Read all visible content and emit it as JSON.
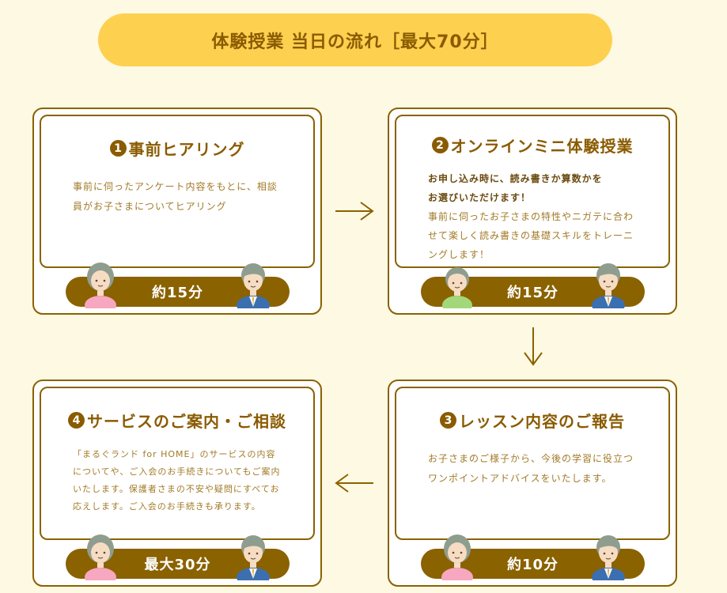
{
  "header": {
    "title": "体験授業 当日の流れ［最大70分］"
  },
  "steps": [
    {
      "number": "1",
      "title": "事前ヒアリング",
      "body": "事前に伺ったアンケート内容をもとに、相談員がお子さまについてヒアリング",
      "time": "約15分"
    },
    {
      "number": "2",
      "title": "オンラインミニ体験授業",
      "emphasis_line1": "お申し込み時に、読み書きか算数かを",
      "emphasis_line2": "お選びいただけます！",
      "body": "事前に伺ったお子さまの特性やニガテに合わせて楽しく読み書きの基礎スキルをトレーニングします！",
      "time": "約15分"
    },
    {
      "number": "3",
      "title": "レッスン内容のご報告",
      "body": "お子さまのご様子から、今後の学習に役立つワンポイントアドバイスをいたします。",
      "time": "約10分"
    },
    {
      "number": "4",
      "title": "サービスのご案内・ご相談",
      "body": "「まるぐランド for HOME」のサービスの内容についてや、ご入会のお手続きについてもご案内いたします。保護者さまの不安や疑問にすべてお応えします。ご入会のお手続きも承ります。",
      "time": "最大30分"
    }
  ],
  "colors": {
    "background": "#fef9e3",
    "title_pill": "#fdd050",
    "accent_brown": "#8a6200",
    "text_brown": "#8a5b00",
    "body_text": "#a27a27"
  }
}
